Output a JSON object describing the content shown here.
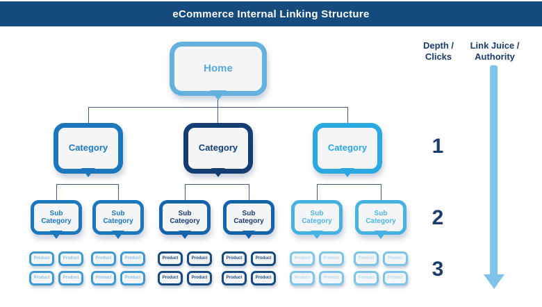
{
  "header": {
    "title": "eCommerce Internal Linking Structure"
  },
  "labels": {
    "home": "Home",
    "category": "Category",
    "subcategory": "Sub Category",
    "product": "Product"
  },
  "axis": {
    "depth_header": [
      "Depth /",
      "Clicks"
    ],
    "authority_header": [
      "Link Juice /",
      "Authority"
    ],
    "depth_levels": [
      "1",
      "2",
      "3"
    ]
  },
  "colors": {
    "header_bg": "#164b7e",
    "header_text": "#ffffff",
    "node_fill": "#f3f5f7",
    "home_light_blue": "#64b1e0",
    "category_medium_blue": "#1d77bd",
    "category_dark_navy": "#143e71",
    "category_bright_blue": "#2aa9e0",
    "subcategory_dark_border": "#1563a9",
    "subcategory_bright_blue": "#47b2e2",
    "product_medium_blue": "#3e9ad2",
    "product_dark_navy": "#174a7f",
    "product_light_blue": "#7cc5e9",
    "connector_line": "#3f5c7e",
    "label_navy": "#1c3b6d",
    "authority_arrow_blue": "#7fc2ea"
  }
}
